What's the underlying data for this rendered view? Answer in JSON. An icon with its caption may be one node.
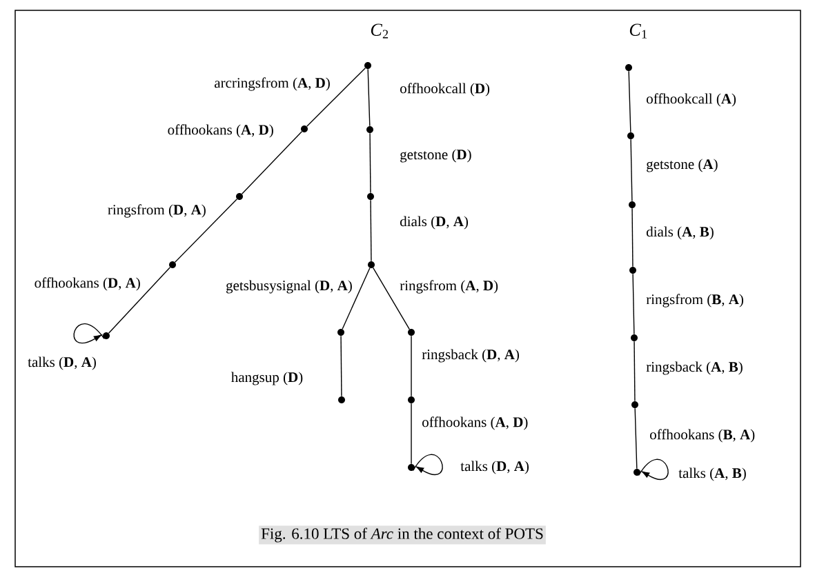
{
  "diagram": {
    "caption": "Fig. 6.10 LTS of *Arc* in the context of POTS",
    "nodes": [
      {
        "text": [],
        "shape": "circle",
        "beside": [
          "*C*$_{2}$"
        ]
      },
      {
        "text": [],
        "shape": "circle"
      },
      {
        "text": [],
        "shape": "circle"
      },
      {
        "text": [],
        "shape": "circle"
      },
      {
        "text": [],
        "shape": "circle"
      },
      {
        "text": [],
        "shape": "circle"
      },
      {
        "text": [],
        "shape": "circle"
      },
      {
        "text": [],
        "shape": "circle"
      },
      {
        "text": [],
        "shape": "circle"
      },
      {
        "text": [],
        "shape": "circle"
      },
      {
        "text": [],
        "shape": "circle"
      },
      {
        "text": [],
        "shape": "circle"
      },
      {
        "text": [],
        "shape": "circle"
      },
      {
        "text": [],
        "shape": "circle",
        "beside": [
          "*C*$_{1}$"
        ]
      },
      {
        "text": [],
        "shape": "circle"
      },
      {
        "text": [],
        "shape": "circle"
      },
      {
        "text": [],
        "shape": "circle"
      },
      {
        "text": [],
        "shape": "circle"
      },
      {
        "text": [],
        "shape": "circle"
      },
      {
        "text": [],
        "shape": "circle"
      }
    ],
    "edges": [
      {
        "from": 0,
        "to": 1,
        "arrow": "none",
        "label": "arcringsfrom (**A**, **D**)"
      },
      {
        "from": 1,
        "to": 2,
        "arrow": "none",
        "label": "offhookans (**A**, **D**)"
      },
      {
        "from": 2,
        "to": 3,
        "arrow": "none",
        "label": "ringsfrom (**D**, **A**)"
      },
      {
        "from": 3,
        "to": 4,
        "arrow": "none",
        "label": "offhookans (**D**, **A**)"
      },
      {
        "from": 4,
        "to": 4,
        "arrow": "to",
        "label": "talks (**D**, **A**)"
      },
      {
        "from": 0,
        "to": 5,
        "arrow": "none",
        "label": "offhookcall (**D**)"
      },
      {
        "from": 5,
        "to": 6,
        "arrow": "none",
        "label": "getstone (**D**)"
      },
      {
        "from": 6,
        "to": 7,
        "arrow": "none",
        "label": "dials (**D**, **A**)"
      },
      {
        "from": 7,
        "to": 8,
        "arrow": "none",
        "label": "getsbusysignal (**D**, **A**)"
      },
      {
        "from": 8,
        "to": 9,
        "arrow": "none",
        "label": "hangsup (**D**)"
      },
      {
        "from": 7,
        "to": 10,
        "arrow": "none",
        "label": "ringsfrom (**A**, **D**)"
      },
      {
        "from": 10,
        "to": 11,
        "arrow": "none",
        "label": "ringsback (**D**, **A**)"
      },
      {
        "from": 11,
        "to": 12,
        "arrow": "none",
        "label": "offhookans (**A**, **D**)"
      },
      {
        "from": 12,
        "to": 12,
        "arrow": "to",
        "label": "talks (**D**, **A**)"
      },
      {
        "from": 13,
        "to": 14,
        "arrow": "none",
        "label": "offhookcall (**A**)"
      },
      {
        "from": 14,
        "to": 15,
        "arrow": "none",
        "label": "getstone (**A**)"
      },
      {
        "from": 15,
        "to": 16,
        "arrow": "none",
        "label": "dials (**A**, **B**)"
      },
      {
        "from": 16,
        "to": 17,
        "arrow": "none",
        "label": "ringsfrom (**B**, **A**)"
      },
      {
        "from": 17,
        "to": 18,
        "arrow": "none",
        "label": "ringsback (**A**, **B**)"
      },
      {
        "from": 18,
        "to": 19,
        "arrow": "none",
        "label": "offhookans (**B**, **A**)"
      },
      {
        "from": 19,
        "to": 19,
        "arrow": "to",
        "label": "talks (**A**, **B**)"
      }
    ]
  }
}
